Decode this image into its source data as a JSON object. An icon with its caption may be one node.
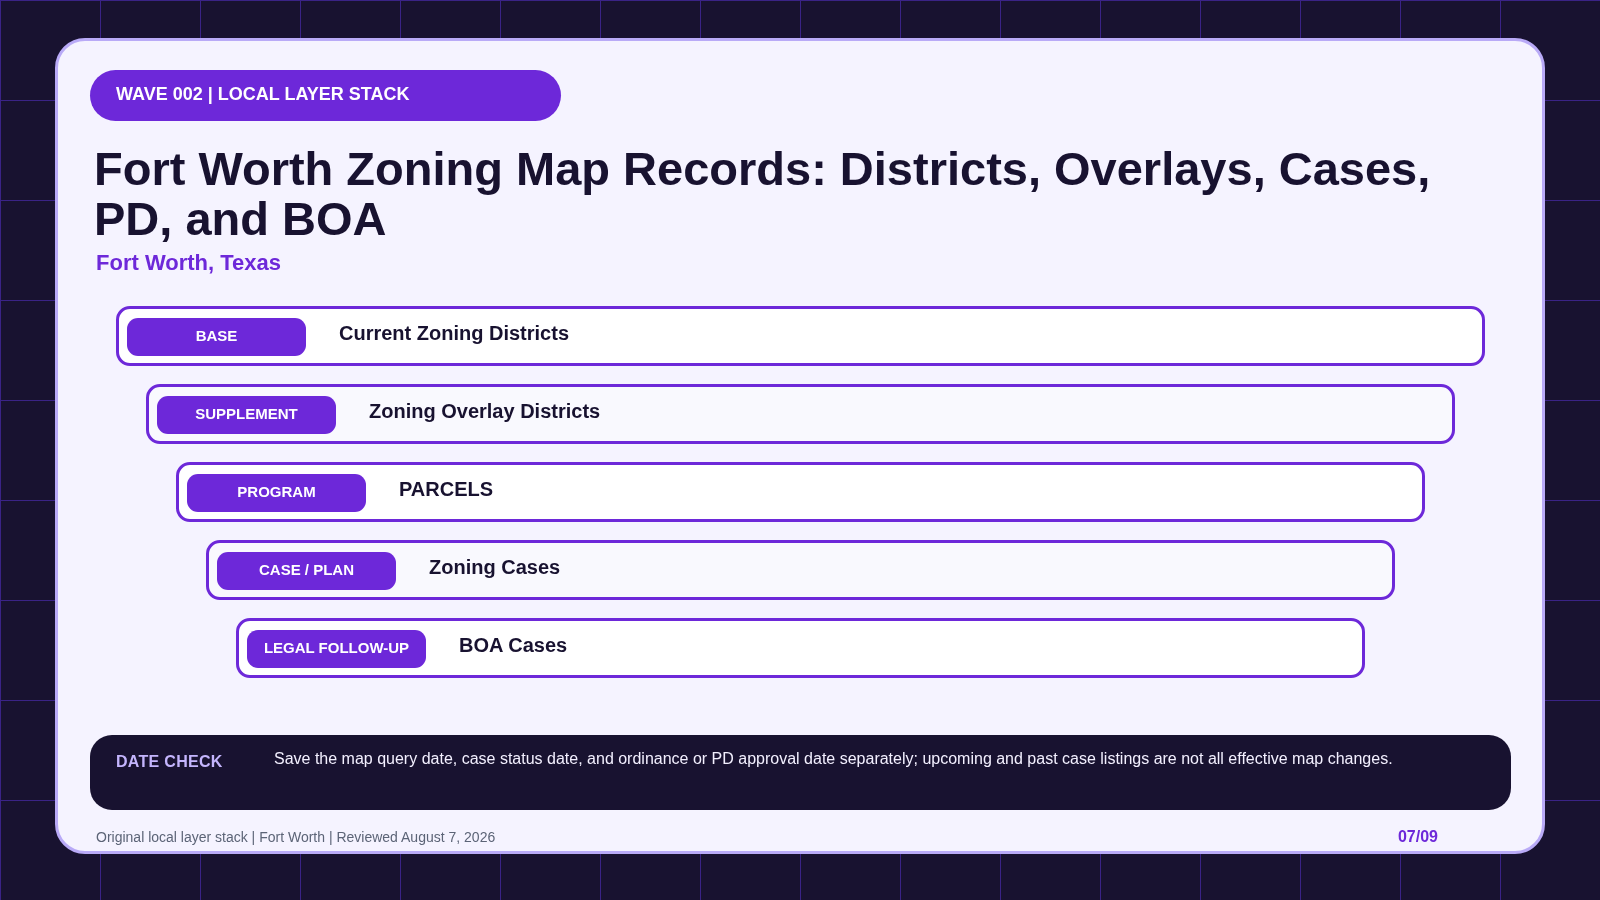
{
  "diagram": {
    "title": "Fort Worth Zoning Map Records: Districts, Overlays, Cases, PD, and BOA",
    "nodes": [
      {
        "text": [
          "WAVE 002 | LOCAL LAYER STACK"
        ]
      },
      {
        "text": [
          "Current Zoning Districts"
        ]
      },
      {
        "text": [
          "BASE"
        ],
        "in": 1
      },
      {
        "text": [
          "Zoning Overlay Districts"
        ]
      },
      {
        "text": [
          "SUPPLEMENT"
        ],
        "in": 3
      },
      {
        "text": [
          "PARCELS"
        ]
      },
      {
        "text": [
          "PROGRAM"
        ],
        "in": 5
      },
      {
        "text": [
          "Zoning Cases"
        ]
      },
      {
        "text": [
          "CASE / PLAN"
        ],
        "in": 7
      },
      {
        "text": [
          "BOA Cases"
        ]
      },
      {
        "text": [
          "LEGAL FOLLOW-UP"
        ],
        "in": 9
      },
      {
        "text": [
          "DATE CHECK",
          "Save the map query date, case status date, and ordinance or PD approval date separately; upcoming and past case listings are not all effective map changes."
        ]
      }
    ],
    "labels": [
      "Fort Worth, Texas",
      "Original local layer stack | Fort Worth | Reviewed August 7, 2026",
      "07/09"
    ]
  }
}
